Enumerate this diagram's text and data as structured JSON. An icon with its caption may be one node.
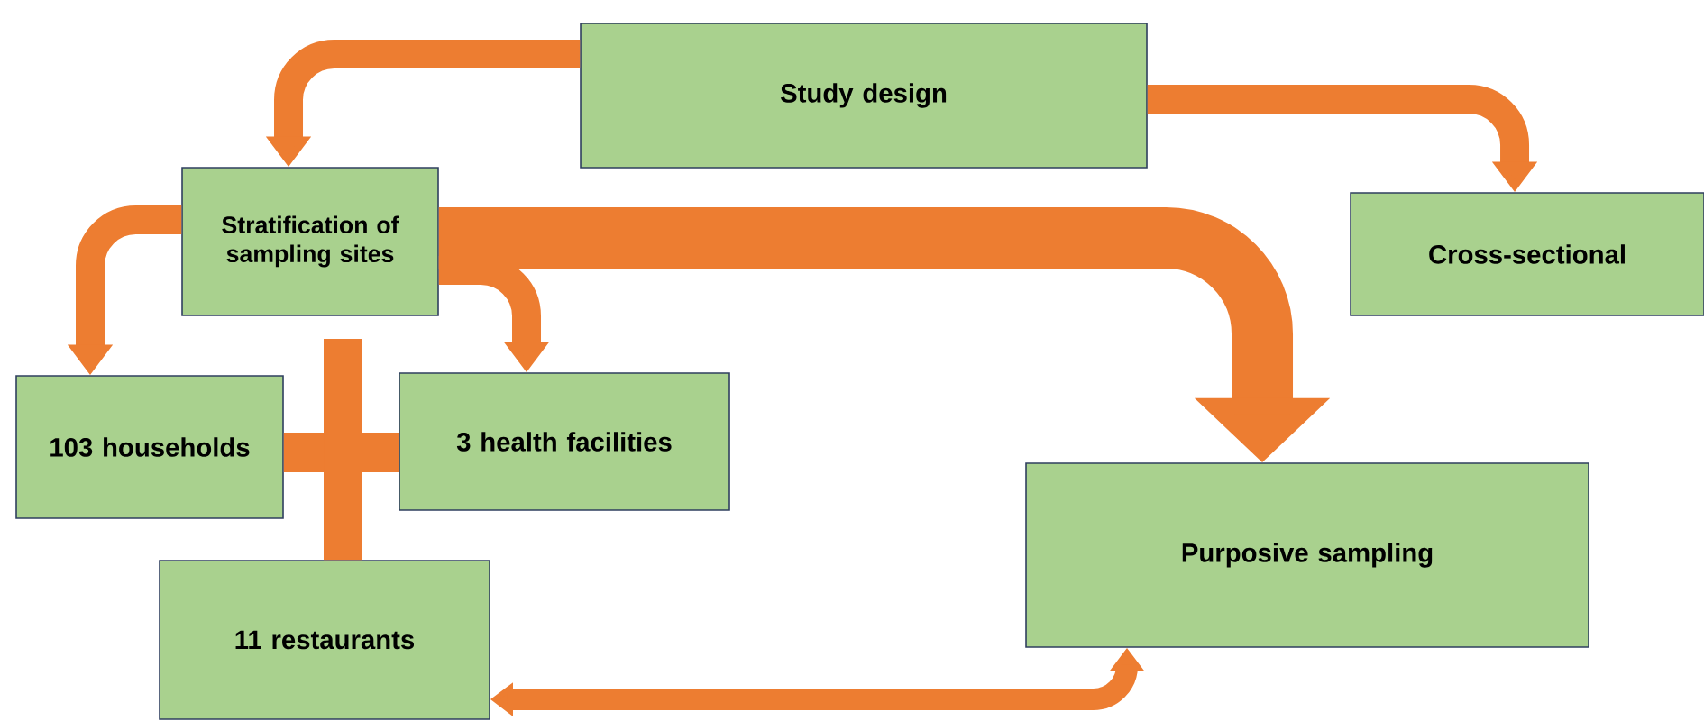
{
  "diagram": {
    "nodes": [
      {
        "text": [
          "Study design"
        ]
      },
      {
        "text": [
          "Stratification of sampling sites"
        ]
      },
      {
        "text": [
          "Cross-sectional"
        ]
      },
      {
        "text": [
          "103 households"
        ]
      },
      {
        "text": [
          "3 health facilities"
        ]
      },
      {
        "text": [
          "Purposive sampling"
        ]
      },
      {
        "text": [
          "11 restaurants"
        ]
      }
    ],
    "edges": [
      {
        "from": 0,
        "to": 1,
        "arrow": "to"
      },
      {
        "from": 0,
        "to": 2,
        "arrow": "to"
      },
      {
        "from": 1,
        "to": 3,
        "arrow": "to"
      },
      {
        "from": 1,
        "to": 4,
        "arrow": "to"
      },
      {
        "from": 1,
        "to": 5,
        "arrow": "to",
        "style": "thick"
      },
      {
        "from": 3,
        "to": 4,
        "arrow": "none"
      },
      {
        "from": null,
        "to": 6,
        "arrow": "none"
      },
      {
        "from": 6,
        "to": 5,
        "arrow": "both"
      }
    ]
  }
}
